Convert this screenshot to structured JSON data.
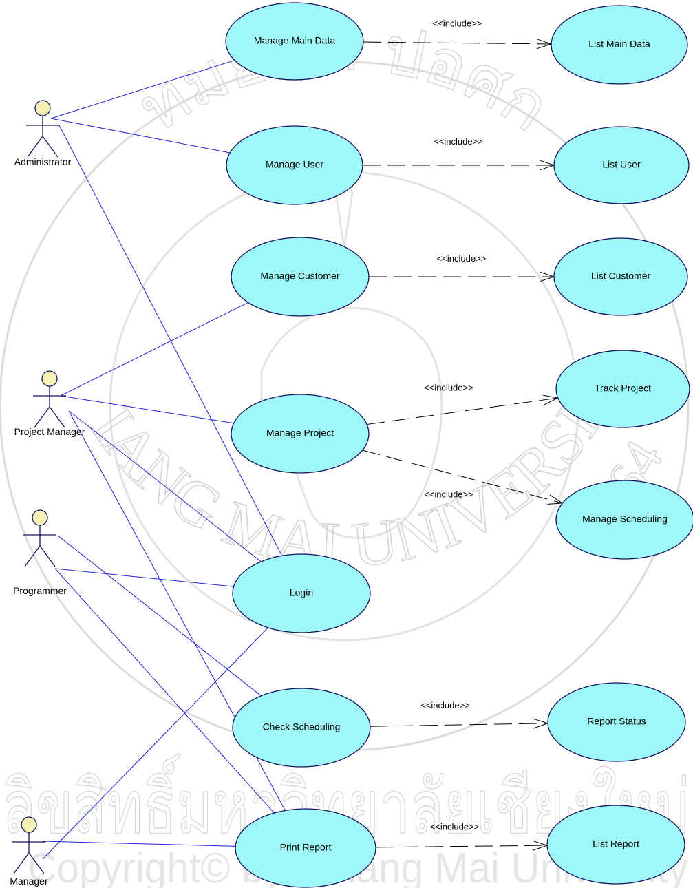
{
  "diagram": {
    "type": "uml-use-case",
    "actors": [
      {
        "id": "administrator",
        "label": "Administrator"
      },
      {
        "id": "project-manager",
        "label": "Project Manager"
      },
      {
        "id": "programmer",
        "label": "Programmer"
      },
      {
        "id": "manager",
        "label": "Manager"
      }
    ],
    "use_cases": [
      {
        "id": "manage-main-data",
        "label": "Manage Main Data"
      },
      {
        "id": "manage-user",
        "label": "Manage User"
      },
      {
        "id": "manage-customer",
        "label": "Manage Customer"
      },
      {
        "id": "manage-project",
        "label": "Manage Project"
      },
      {
        "id": "login",
        "label": "Login"
      },
      {
        "id": "check-scheduling",
        "label": "Check Scheduling"
      },
      {
        "id": "print-report",
        "label": "Print Report"
      },
      {
        "id": "list-main-data",
        "label": "List Main Data"
      },
      {
        "id": "list-user",
        "label": "List User"
      },
      {
        "id": "list-customer",
        "label": "List Customer"
      },
      {
        "id": "track-project",
        "label": "Track Project"
      },
      {
        "id": "manage-scheduling",
        "label": "Manage Scheduling"
      },
      {
        "id": "report-status",
        "label": "Report Status"
      },
      {
        "id": "list-report",
        "label": "List Report"
      }
    ],
    "associations": [
      {
        "actor": "administrator",
        "use_case": "manage-main-data"
      },
      {
        "actor": "administrator",
        "use_case": "manage-user"
      },
      {
        "actor": "administrator",
        "use_case": "login"
      },
      {
        "actor": "project-manager",
        "use_case": "manage-customer"
      },
      {
        "actor": "project-manager",
        "use_case": "manage-project"
      },
      {
        "actor": "project-manager",
        "use_case": "login"
      },
      {
        "actor": "project-manager",
        "use_case": "print-report"
      },
      {
        "actor": "programmer",
        "use_case": "login"
      },
      {
        "actor": "programmer",
        "use_case": "check-scheduling"
      },
      {
        "actor": "programmer",
        "use_case": "print-report"
      },
      {
        "actor": "manager",
        "use_case": "login"
      },
      {
        "actor": "manager",
        "use_case": "print-report"
      }
    ],
    "includes": [
      {
        "from": "manage-main-data",
        "to": "list-main-data",
        "label": "<<include>>"
      },
      {
        "from": "manage-user",
        "to": "list-user",
        "label": "<<include>>"
      },
      {
        "from": "manage-customer",
        "to": "list-customer",
        "label": "<<include>>"
      },
      {
        "from": "manage-project",
        "to": "track-project",
        "label": "<<include>>"
      },
      {
        "from": "manage-project",
        "to": "manage-scheduling",
        "label": "<<include>>"
      },
      {
        "from": "check-scheduling",
        "to": "report-status",
        "label": "<<include>>"
      },
      {
        "from": "print-report",
        "to": "list-report",
        "label": "<<include>>"
      }
    ]
  },
  "watermark": {
    "latin_ring": "CHIANG MAI UNIVERSITY",
    "year": "1964",
    "thai_arc": "ทมยนต ปอศก",
    "thai_banner": "ลิขสิทธิ์มหาวิทยาลัยเชียงใหม่",
    "copyright_line": "Copyright© by Chiang Mai University"
  },
  "colors": {
    "use_case_fill": "#9ff7f7",
    "use_case_stroke": "#101060",
    "actor_head_fill": "#f7f2b4",
    "association_line": "#2020d8",
    "include_line": "#000000"
  }
}
